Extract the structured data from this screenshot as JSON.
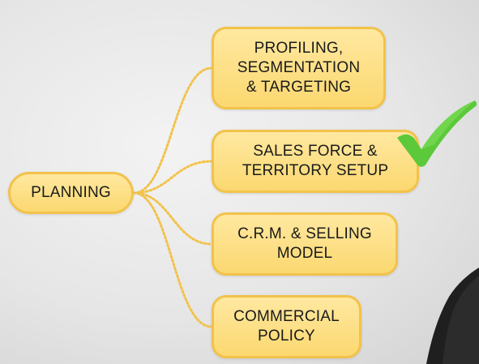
{
  "diagram": {
    "root": {
      "label": "PLANNING"
    },
    "children": [
      {
        "label": "PROFILING,\nSEGMENTATION\n& TARGETING",
        "checked": false
      },
      {
        "label": "SALES FORCE &\nTERRITORY SETUP",
        "checked": true
      },
      {
        "label": "C.R.M. & SELLING\nMODEL",
        "checked": false
      },
      {
        "label": "COMMERCIAL\nPOLICY",
        "checked": false
      }
    ]
  },
  "colors": {
    "node_fill": "#fbd870",
    "node_border": "#f2c24a",
    "connector": "#f2c24a",
    "checkmark": "#5cc93a",
    "background": "#e6e6e6"
  },
  "icons": {
    "checkmark": "checkmark-icon"
  }
}
